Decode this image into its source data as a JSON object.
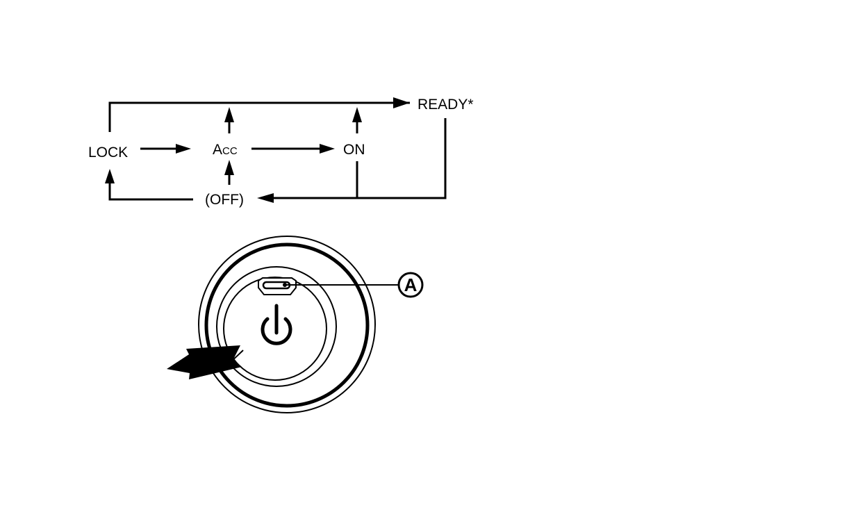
{
  "states": {
    "lock": "LOCK",
    "acc_initial": "A",
    "acc_rest": "CC",
    "on": "ON",
    "ready": "READY*",
    "off": "(OFF)"
  },
  "callout": {
    "letter": "A"
  },
  "colors": {
    "ink": "#000000",
    "background": "#ffffff"
  },
  "icons": {
    "button_symbol": "power-icon",
    "push_indicator": "push-arrow-icon"
  }
}
